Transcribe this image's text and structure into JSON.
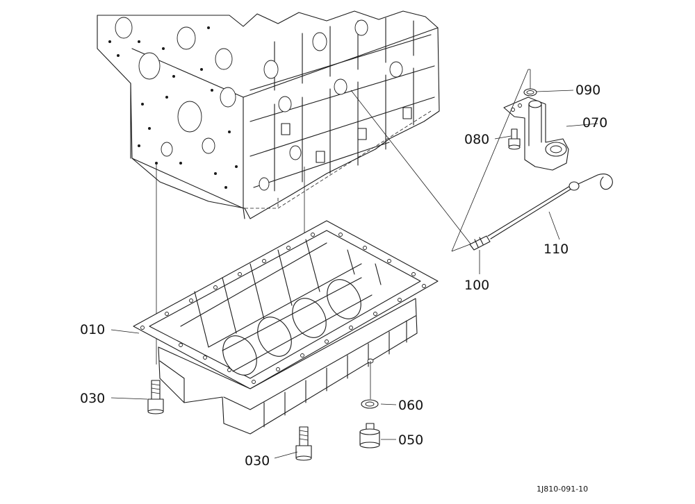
{
  "diagram": {
    "drawing_code": "1J810-091-10",
    "parts": [
      {
        "id": "p090",
        "label": "090"
      },
      {
        "id": "p070",
        "label": "070"
      },
      {
        "id": "p080",
        "label": "080"
      },
      {
        "id": "p110",
        "label": "110"
      },
      {
        "id": "p100",
        "label": "100"
      },
      {
        "id": "p010",
        "label": "010"
      },
      {
        "id": "p030a",
        "label": "030"
      },
      {
        "id": "p060",
        "label": "060"
      },
      {
        "id": "p050",
        "label": "050"
      },
      {
        "id": "p030b",
        "label": "030"
      }
    ]
  }
}
